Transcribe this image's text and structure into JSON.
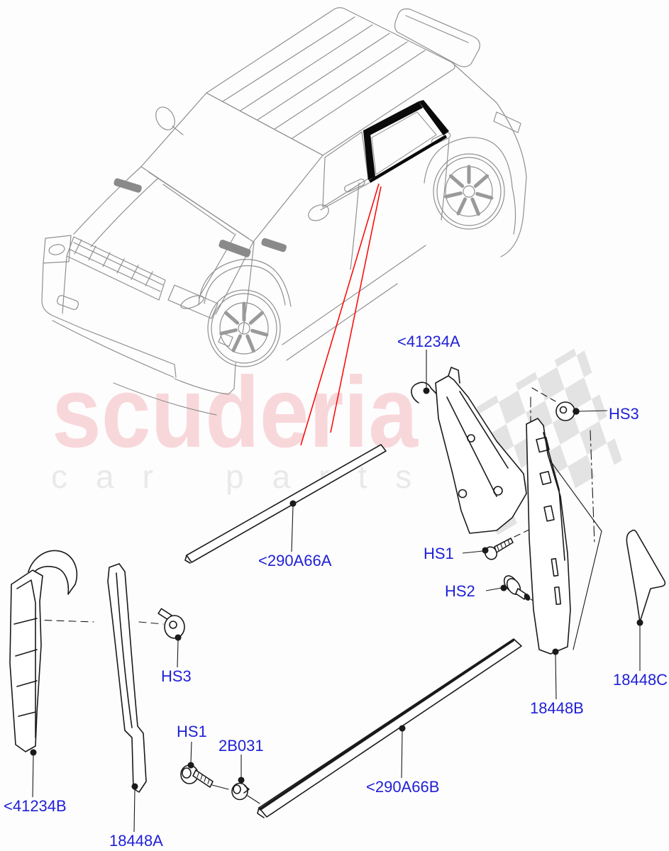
{
  "diagram": {
    "watermark": {
      "brand": "scuderia",
      "word_car": "car",
      "word_parts": "parts",
      "pink": "#f8d7da",
      "gray": "#e9e9e9",
      "checker_gray": "#e3e3e3"
    },
    "colors": {
      "label_blue": "#1f1fd8",
      "callout_red": "#ff0000",
      "vehicle_line_gray": "#909090",
      "part_line_black": "#1a1a1a"
    },
    "labels": {
      "p41234A": "<41234A",
      "hs3Right": "HS3",
      "hs1Mid": "HS1",
      "hs2": "HS2",
      "p18448C": "18448C",
      "p18448B": "18448B",
      "p290A66A": "<290A66A",
      "p290A66B": "<290A66B",
      "hs3Left": "HS3",
      "p41234B": "<41234B",
      "p18448A": "18448A",
      "hs1Bottom": "HS1",
      "p2B031": "2B031"
    }
  }
}
